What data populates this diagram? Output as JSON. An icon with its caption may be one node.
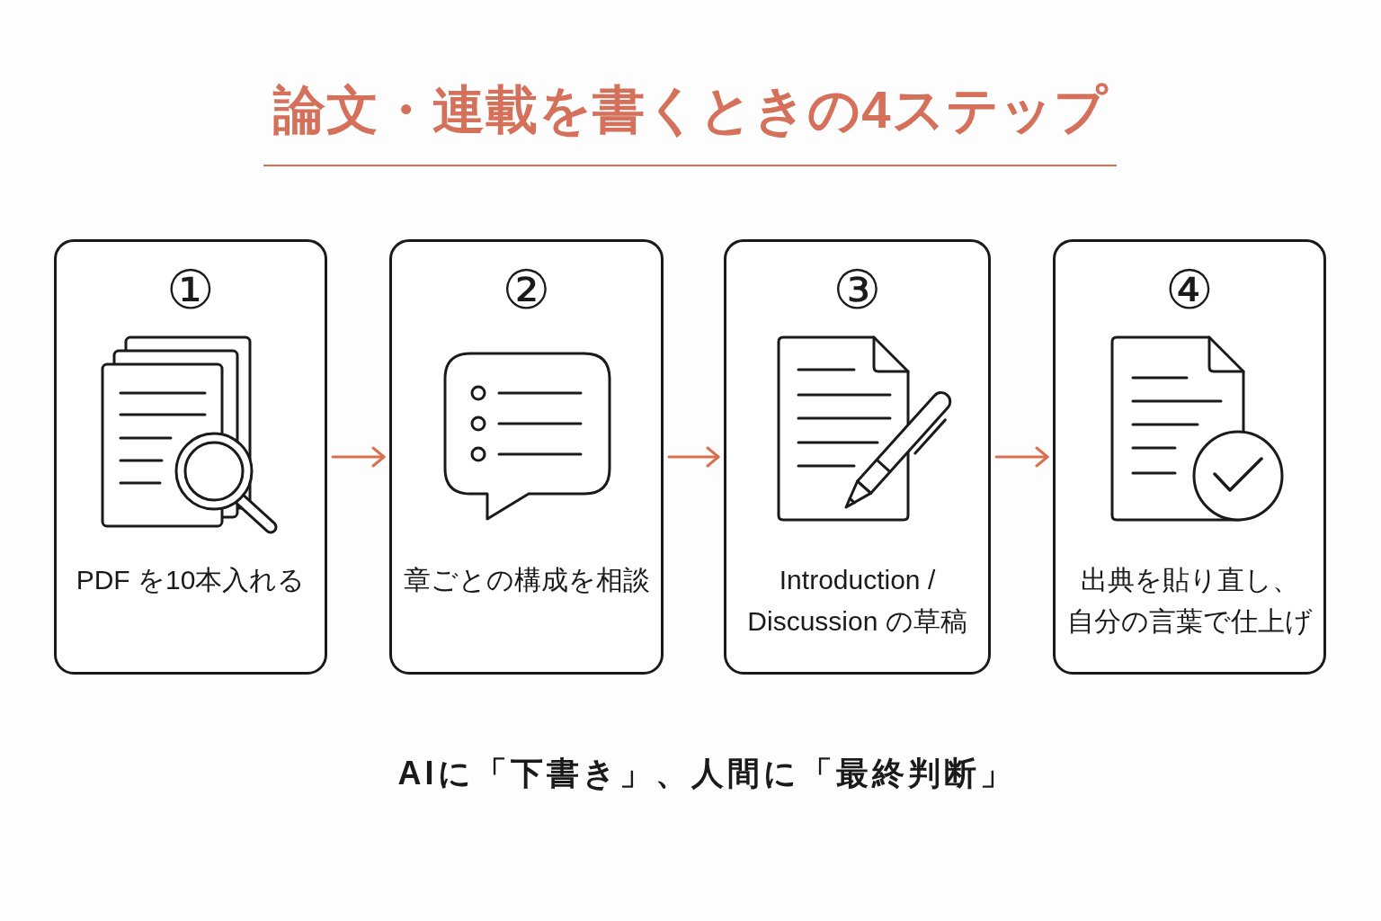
{
  "diagram": {
    "title": "論文・連載を書くときの4ステップ",
    "caption": "AIに「下書き」、人間に「最終判断」",
    "nodes": [
      {
        "text": [
          "①",
          "PDF を10本入れる"
        ]
      },
      {
        "text": [
          "②",
          "章ごとの構成を相談"
        ]
      },
      {
        "text": [
          "③",
          "Introduction / Discussion の草稿"
        ]
      },
      {
        "text": [
          "④",
          "出典を貼り直し、自分の言葉で仕上げ"
        ]
      }
    ],
    "edges": [
      {
        "from": 0,
        "to": 1,
        "arrow": "to"
      },
      {
        "from": 1,
        "to": 2,
        "arrow": "to"
      },
      {
        "from": 2,
        "to": 3,
        "arrow": "to"
      }
    ]
  }
}
